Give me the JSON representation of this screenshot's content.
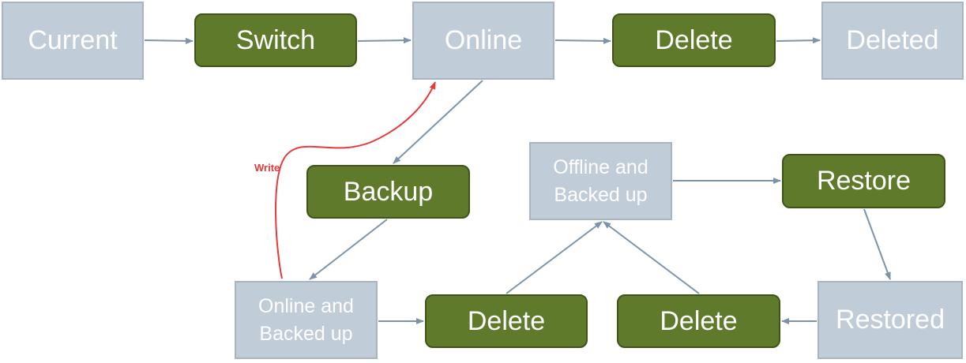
{
  "nodes": {
    "current": "Current",
    "switch": "Switch",
    "online": "Online",
    "delete_top": "Delete",
    "deleted": "Deleted",
    "backup": "Backup",
    "offline_backed_up": [
      "Offline and",
      "Backed up"
    ],
    "restore": "Restore",
    "online_backed_up": [
      "Online and",
      "Backed up"
    ],
    "delete_middle": "Delete",
    "delete_right": "Delete",
    "restored": "Restored"
  },
  "edges": {
    "write_label": "Write"
  },
  "colors": {
    "state_fill": "#c0cdd8",
    "action_fill": "#607a2c",
    "arrow": "#7d93a8",
    "write_arrow": "#e8393b"
  }
}
